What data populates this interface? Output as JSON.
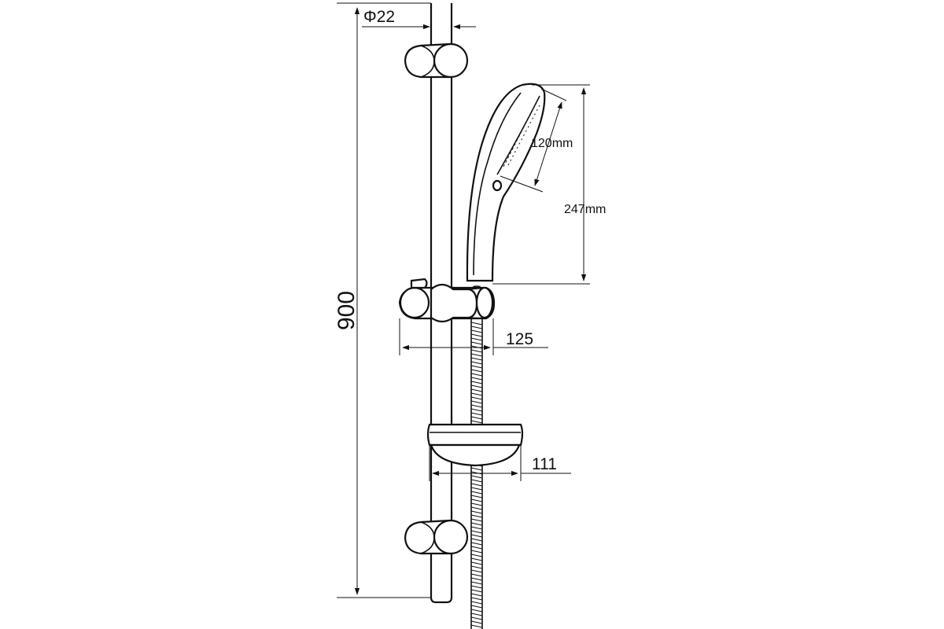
{
  "dimensions": {
    "rod_diameter": "Φ22",
    "total_height": "900",
    "head_length": "247mm",
    "face_length": "120mm",
    "holder_depth": "125",
    "soap_dish_depth": "111"
  },
  "colors": {
    "ink": "#111111",
    "background": "#ffffff"
  }
}
